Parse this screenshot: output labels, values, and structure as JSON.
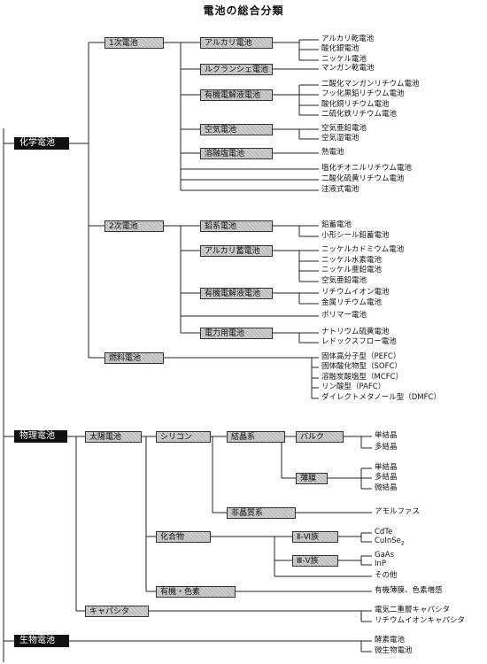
{
  "title": "電池の総合分類",
  "roots": {
    "chemical": "化学電池",
    "physical": "物理電池",
    "bio": "生物電池"
  },
  "chem": {
    "primary": "1次電池",
    "secondary": "2次電池",
    "fuel": "燃料電池",
    "alkaline": "アルカリ電池",
    "leclanche": "ルクランシェ電池",
    "organic": "有機電解液電池",
    "air": "空気電池",
    "molten": "溶融塩電池",
    "lead": "鉛系電池",
    "alkaline_storage": "アルカリ蓄電池",
    "organic2": "有機電解液電池",
    "power": "電力用電池"
  },
  "leaves": {
    "alkaline": [
      "アルカリ乾電池",
      "酸化銀電池",
      "ニッケル電池"
    ],
    "leclanche": [
      "マンガン乾電池"
    ],
    "organic": [
      "二酸化マンガンリチウム電池",
      "フッ化黒鉛リチウム電池",
      "酸化銅リチウム電池",
      "二硫化鉄リチウム電池"
    ],
    "air": [
      "空気亜鉛電池",
      "空気湿電池"
    ],
    "molten": [
      "熱電池"
    ],
    "primary_direct": [
      "塩化チオニルリチウム電池",
      "二酸化硫黄リチウム電池",
      "注液式電池"
    ],
    "lead": [
      "鉛蓄電池",
      "小形シール鉛蓄電池"
    ],
    "alkaline_storage": [
      "ニッケルカドミウム電池",
      "ニッケル水素電池",
      "ニッケル亜鉛電池",
      "空気亜鉛電池"
    ],
    "organic2": [
      "リチウムイオン電池",
      "金属リチウム電池"
    ],
    "polymer": [
      "ポリマー電池"
    ],
    "power": [
      "ナトリウム硫黄電池",
      "レドックスフロー電池"
    ],
    "fuel": [
      "固体高分子型（PEFC）",
      "固体酸化物型（SOFC）",
      "溶融炭酸塩型（MCFC）",
      "リン酸型（PAFC）",
      "ダイレクトメタノール型（DMFC）"
    ]
  },
  "phys": {
    "solar": "太陽電池",
    "silicon": "シリコン",
    "crystal": "結晶系",
    "bulk": "バルク",
    "thin": "薄膜",
    "amorphous_sys": "非晶質系",
    "compound": "化合物",
    "ii_vi": "Ⅱ-Ⅵ族",
    "iii_v": "Ⅲ-Ⅴ族",
    "organic_dye": "有機・色素",
    "capacitor": "キャパシタ"
  },
  "phys_leaves": {
    "bulk": [
      "単結晶",
      "多結晶"
    ],
    "thin": [
      "単結晶",
      "多結晶",
      "微結晶"
    ],
    "amorphous": [
      "アモルファス"
    ],
    "ii_vi": [
      "CdTe",
      "CuInSe"
    ],
    "ii_vi_sub": "2",
    "iii_v": [
      "GaAs",
      "InP"
    ],
    "other": [
      "その他"
    ],
    "organic_dye": [
      "有機薄膜、色素増感"
    ],
    "capacitor": [
      "電気二重層キャパシタ",
      "リチウムイオンキャパシタ"
    ]
  },
  "bio_leaves": [
    "酵素電池",
    "微生物電池"
  ]
}
